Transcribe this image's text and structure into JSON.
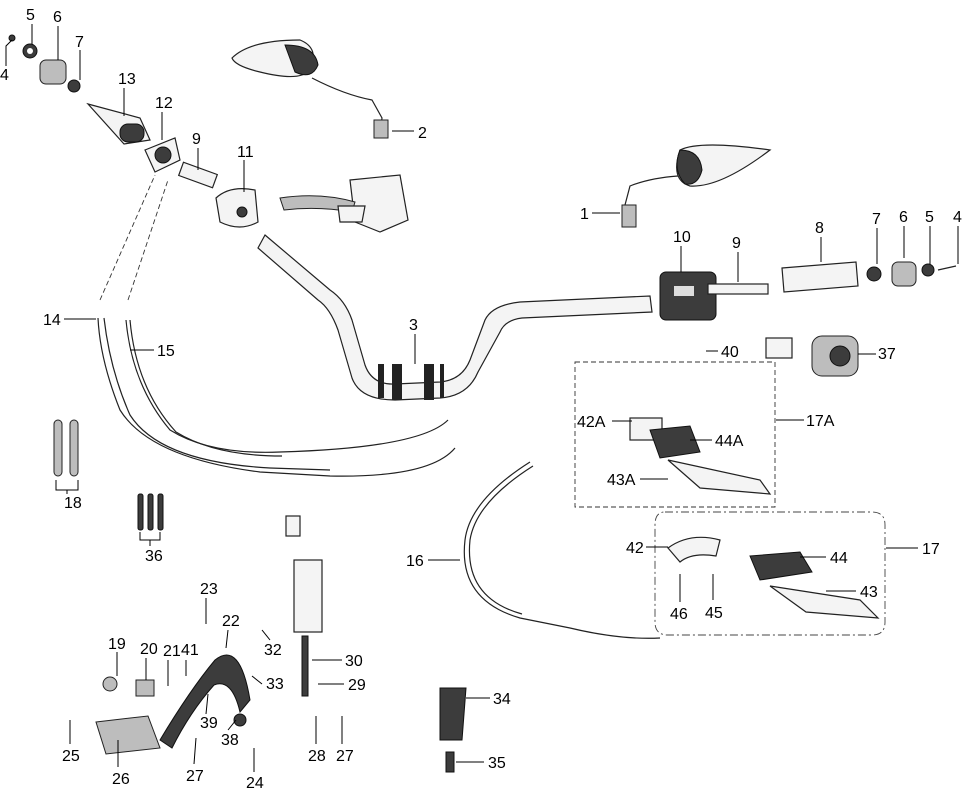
{
  "callouts": {
    "c1": "1",
    "c2": "2",
    "c3": "3",
    "c4a": "4",
    "c4b": "4",
    "c5a": "5",
    "c5b": "5",
    "c6a": "6",
    "c6b": "6",
    "c7a": "7",
    "c7b": "7",
    "c8": "8",
    "c9a": "9",
    "c9b": "9",
    "c10": "10",
    "c11": "11",
    "c12": "12",
    "c13": "13",
    "c14": "14",
    "c15": "15",
    "c16": "16",
    "c17": "17",
    "c17a": "17A",
    "c18": "18",
    "c19": "19",
    "c20": "20",
    "c21": "21",
    "c22": "22",
    "c23": "23",
    "c24": "24",
    "c25": "25",
    "c26": "26",
    "c27a": "27",
    "c27b": "27",
    "c28": "28",
    "c29": "29",
    "c30": "30",
    "c32": "32",
    "c33": "33",
    "c34": "34",
    "c35": "35",
    "c36": "36",
    "c37": "37",
    "c38": "38",
    "c39": "39",
    "c40": "40",
    "c41": "41",
    "c42": "42",
    "c42a": "42A",
    "c43": "43",
    "c43a": "43A",
    "c44": "44",
    "c44a": "44A",
    "c45": "45",
    "c46": "46"
  }
}
